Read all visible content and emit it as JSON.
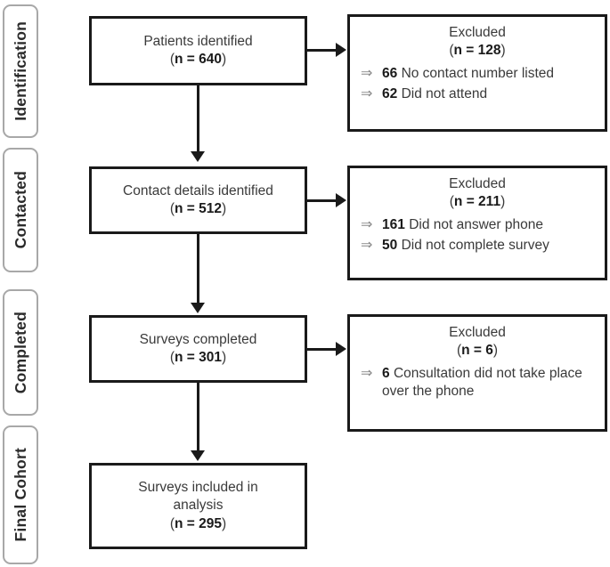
{
  "figure": {
    "type": "flowchart",
    "description": "Patient recruitment and survey participation flow diagram"
  },
  "stages": [
    {
      "label": "Identification"
    },
    {
      "label": "Contacted"
    },
    {
      "label": "Completed"
    },
    {
      "label": "Final Cohort"
    }
  ],
  "main_boxes": [
    {
      "line1": "Patients identified",
      "n_prefix": "(",
      "n_label": "n = 640",
      "n_suffix": ")"
    },
    {
      "line1": "Contact details identified",
      "n_prefix": "(",
      "n_label": "n = 512",
      "n_suffix": ")"
    },
    {
      "line1": "Surveys completed",
      "n_prefix": "(",
      "n_label": "n = 301",
      "n_suffix": ")"
    },
    {
      "line1": "Surveys included in",
      "line2": "analysis",
      "n_prefix": "(",
      "n_label": "n = 295",
      "n_suffix": ")"
    }
  ],
  "excluded_boxes": [
    {
      "title": "Excluded",
      "n_prefix": "(",
      "n_label": "n = 128",
      "n_suffix": ")",
      "arrow_glyph": "⇒",
      "items": [
        {
          "count": "66",
          "reason": "No contact number listed"
        },
        {
          "count": "62",
          "reason": "Did not attend"
        }
      ]
    },
    {
      "title": "Excluded",
      "n_prefix": "(",
      "n_label": "n = 211",
      "n_suffix": ")",
      "arrow_glyph": "⇒",
      "items": [
        {
          "count": "161",
          "reason": "Did not answer phone"
        },
        {
          "count": "50",
          "reason": "Did not complete survey"
        }
      ]
    },
    {
      "title": "Excluded",
      "n_prefix": "(",
      "n_label": "n = 6",
      "n_suffix": ")",
      "arrow_glyph": "⇒",
      "items": [
        {
          "count": "6",
          "reason": "Consultation did not take place over the phone"
        }
      ]
    }
  ],
  "colors": {
    "box_border": "#1a1a1a",
    "tab_border": "#a8a8a8",
    "text": "#3a3a3a",
    "bold_text": "#1a1a1a",
    "arrow_glyph": "#8a8a8a",
    "background": "#ffffff"
  }
}
